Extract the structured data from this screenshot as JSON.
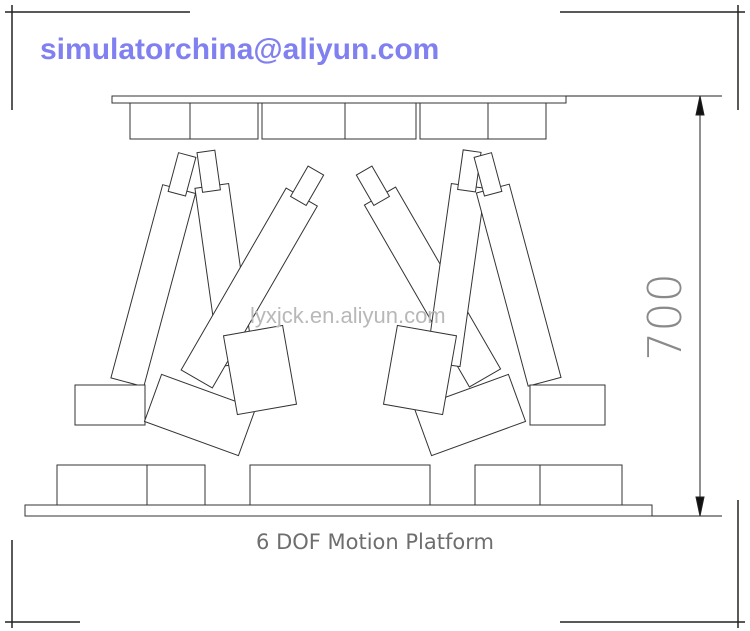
{
  "watermark_email": "simulatorchina@aliyun.com",
  "watermark_site": "lyxjck.en.aliyun.com",
  "caption": "6 DOF Motion Platform",
  "dimension": {
    "value": "700"
  },
  "colors": {
    "email": "#8080f0",
    "line": "#333333",
    "caption": "#6e6e6e"
  }
}
